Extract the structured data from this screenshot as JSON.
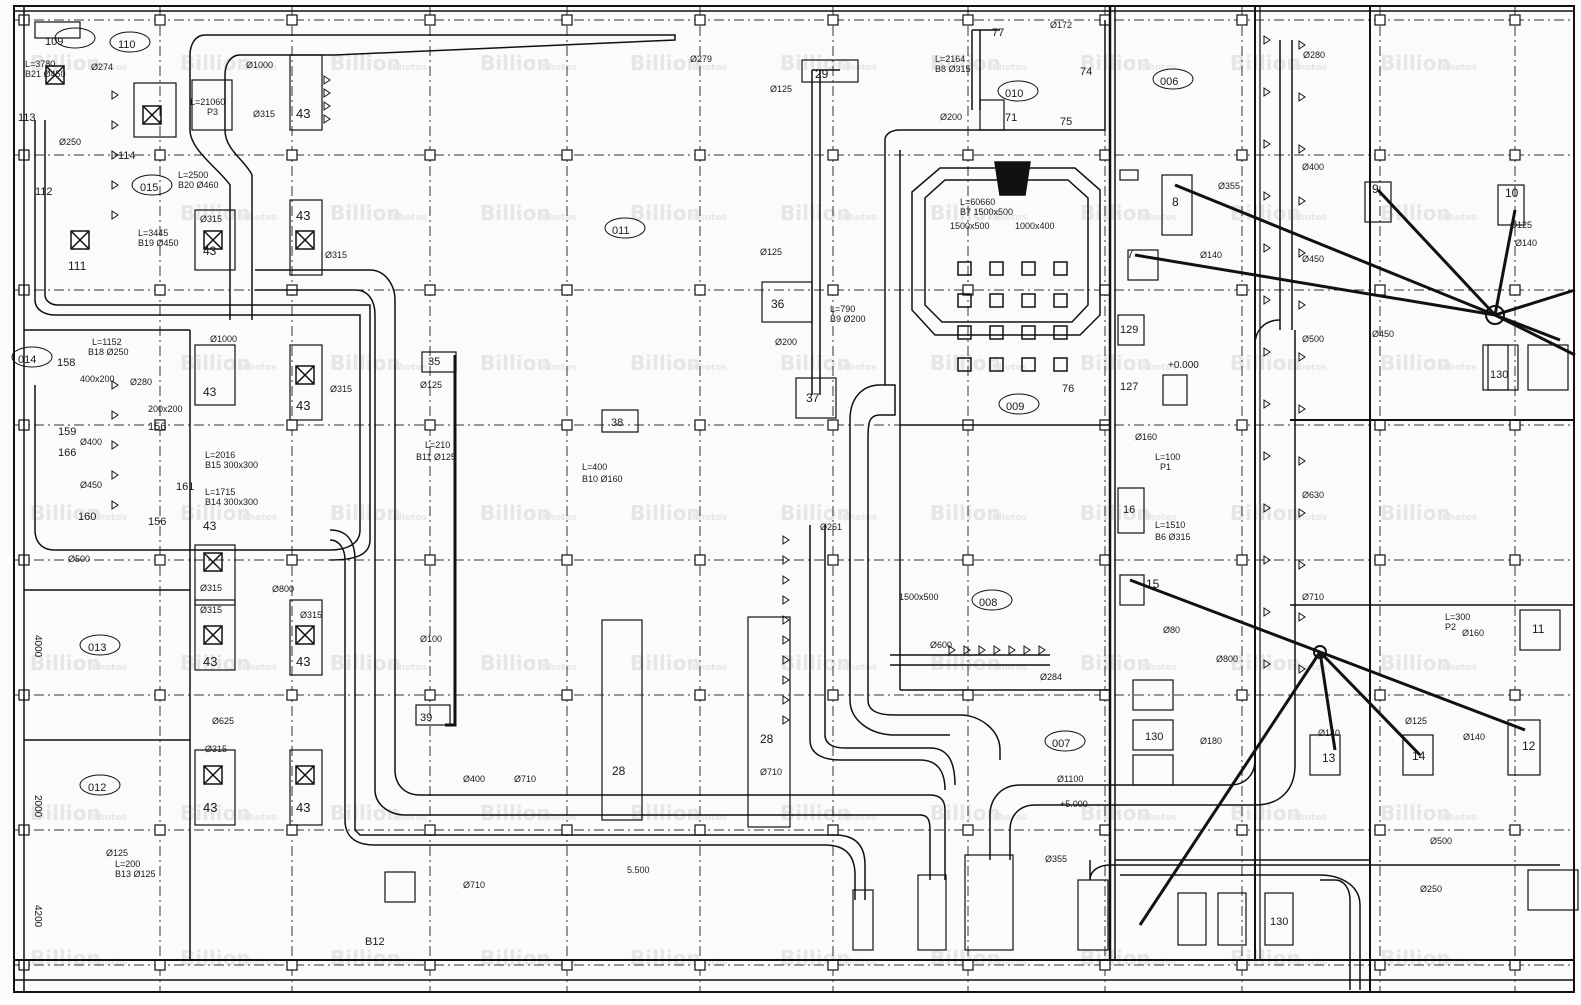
{
  "watermark": {
    "brand": "Billion",
    "suffix": "Photos"
  },
  "rooms": [
    {
      "id": "room-109",
      "text": "109"
    },
    {
      "id": "room-110",
      "text": "110"
    },
    {
      "id": "room-011",
      "text": "011"
    },
    {
      "id": "room-010",
      "text": "010"
    },
    {
      "id": "room-009",
      "text": "009"
    },
    {
      "id": "room-008",
      "text": "008"
    },
    {
      "id": "room-007",
      "text": "007"
    },
    {
      "id": "room-006",
      "text": "006"
    },
    {
      "id": "room-014",
      "text": "014"
    },
    {
      "id": "room-015",
      "text": "015"
    },
    {
      "id": "room-013",
      "text": "013"
    },
    {
      "id": "room-012",
      "text": "012"
    }
  ],
  "units": [
    {
      "id": "u43a",
      "text": "43"
    },
    {
      "id": "u43b",
      "text": "43"
    },
    {
      "id": "u43c",
      "text": "43"
    },
    {
      "id": "u43d",
      "text": "43"
    },
    {
      "id": "u43e",
      "text": "43"
    },
    {
      "id": "u43f",
      "text": "43"
    },
    {
      "id": "u43g",
      "text": "43"
    },
    {
      "id": "u43h",
      "text": "43"
    },
    {
      "id": "u43i",
      "text": "43"
    },
    {
      "id": "u43j",
      "text": "43"
    },
    {
      "id": "u29",
      "text": "29"
    },
    {
      "id": "u36",
      "text": "36"
    },
    {
      "id": "u35",
      "text": "35"
    },
    {
      "id": "u37",
      "text": "37"
    },
    {
      "id": "u38",
      "text": "38"
    },
    {
      "id": "u39",
      "text": "39"
    },
    {
      "id": "u28a",
      "text": "28"
    },
    {
      "id": "u28b",
      "text": "28"
    },
    {
      "id": "u71",
      "text": "71"
    },
    {
      "id": "u74",
      "text": "74"
    },
    {
      "id": "u75",
      "text": "75"
    },
    {
      "id": "u76",
      "text": "76"
    },
    {
      "id": "u77",
      "text": "77"
    },
    {
      "id": "u7",
      "text": "7"
    },
    {
      "id": "u8",
      "text": "8"
    },
    {
      "id": "u9",
      "text": "9"
    },
    {
      "id": "u10",
      "text": "10"
    },
    {
      "id": "u11",
      "text": "11"
    },
    {
      "id": "u12",
      "text": "12"
    },
    {
      "id": "u13",
      "text": "13"
    },
    {
      "id": "u14",
      "text": "14"
    },
    {
      "id": "u15",
      "text": "15"
    },
    {
      "id": "u16",
      "text": "16"
    },
    {
      "id": "u111",
      "text": "111"
    },
    {
      "id": "u112",
      "text": "112"
    },
    {
      "id": "u113",
      "text": "113"
    },
    {
      "id": "u114",
      "text": "114"
    },
    {
      "id": "u127",
      "text": "127"
    },
    {
      "id": "u129",
      "text": "129"
    },
    {
      "id": "u130a",
      "text": "130"
    },
    {
      "id": "u130b",
      "text": "130"
    },
    {
      "id": "u130c",
      "text": "130"
    },
    {
      "id": "u156a",
      "text": "156"
    },
    {
      "id": "u156b",
      "text": "156"
    },
    {
      "id": "u158",
      "text": "158"
    },
    {
      "id": "u159",
      "text": "159"
    },
    {
      "id": "u160",
      "text": "160"
    },
    {
      "id": "u161",
      "text": "161"
    },
    {
      "id": "u166",
      "text": "166"
    },
    {
      "id": "b12",
      "text": "B12"
    }
  ],
  "labels": [
    {
      "id": "d279",
      "text": "Ø279"
    },
    {
      "id": "d1000a",
      "text": "Ø1000"
    },
    {
      "id": "d1000b",
      "text": "Ø1000"
    },
    {
      "id": "d315a",
      "text": "Ø315"
    },
    {
      "id": "d315b",
      "text": "Ø315"
    },
    {
      "id": "d315c",
      "text": "Ø315"
    },
    {
      "id": "d315d",
      "text": "Ø315"
    },
    {
      "id": "d315e",
      "text": "Ø315"
    },
    {
      "id": "d315f",
      "text": "Ø315"
    },
    {
      "id": "d315g",
      "text": "Ø315"
    },
    {
      "id": "d315h",
      "text": "Ø315"
    },
    {
      "id": "d250",
      "text": "Ø250"
    },
    {
      "id": "d274",
      "text": "Ø274"
    },
    {
      "id": "d280a",
      "text": "Ø280"
    },
    {
      "id": "d280b",
      "text": "Ø280"
    },
    {
      "id": "d125a",
      "text": "Ø125"
    },
    {
      "id": "d125b",
      "text": "Ø125"
    },
    {
      "id": "d125c",
      "text": "Ø125"
    },
    {
      "id": "d125d",
      "text": "Ø125"
    },
    {
      "id": "d125e",
      "text": "Ø125"
    },
    {
      "id": "d125f",
      "text": "Ø125"
    },
    {
      "id": "d200a",
      "text": "Ø200"
    },
    {
      "id": "d200b",
      "text": "Ø200"
    },
    {
      "id": "d400a",
      "text": "Ø400"
    },
    {
      "id": "d400b",
      "text": "Ø400"
    },
    {
      "id": "d400c",
      "text": "Ø400"
    },
    {
      "id": "d450a",
      "text": "Ø450"
    },
    {
      "id": "d450b",
      "text": "Ø450"
    },
    {
      "id": "d450c",
      "text": "Ø450"
    },
    {
      "id": "d500a",
      "text": "Ø500"
    },
    {
      "id": "d500b",
      "text": "Ø500"
    },
    {
      "id": "d500c",
      "text": "Ø500"
    },
    {
      "id": "d355a",
      "text": "Ø355"
    },
    {
      "id": "d355b",
      "text": "Ø355"
    },
    {
      "id": "d140a",
      "text": "Ø140"
    },
    {
      "id": "d140b",
      "text": "Ø140"
    },
    {
      "id": "d140c",
      "text": "Ø140"
    },
    {
      "id": "d140d",
      "text": "Ø140"
    },
    {
      "id": "d160a",
      "text": "Ø160"
    },
    {
      "id": "d160b",
      "text": "Ø160"
    },
    {
      "id": "d630",
      "text": "Ø630"
    },
    {
      "id": "d710a",
      "text": "Ø710"
    },
    {
      "id": "d710b",
      "text": "Ø710"
    },
    {
      "id": "d710c",
      "text": "Ø710"
    },
    {
      "id": "d710d",
      "text": "Ø710"
    },
    {
      "id": "d800a",
      "text": "Ø800"
    },
    {
      "id": "d800b",
      "text": "Ø800"
    },
    {
      "id": "d100",
      "text": "Ø100"
    },
    {
      "id": "d80",
      "text": "Ø80"
    },
    {
      "id": "d180",
      "text": "Ø180"
    },
    {
      "id": "d625",
      "text": "Ø625"
    },
    {
      "id": "d600",
      "text": "Ø600"
    },
    {
      "id": "d1100",
      "text": "Ø1100"
    },
    {
      "id": "d172",
      "text": "Ø172"
    },
    {
      "id": "d284",
      "text": "Ø284"
    },
    {
      "id": "d251",
      "text": "Ø251"
    },
    {
      "id": "d250b",
      "text": "Ø250"
    },
    {
      "id": "r1500x500a",
      "text": "1500x500"
    },
    {
      "id": "r1500x500b",
      "text": "1500x500"
    },
    {
      "id": "r1000x400",
      "text": "1000x400"
    },
    {
      "id": "r400x200",
      "text": "400x200"
    },
    {
      "id": "r200x200",
      "text": "200x200"
    },
    {
      "id": "e0",
      "text": "+0.000"
    },
    {
      "id": "e500a",
      "text": "+5.000"
    },
    {
      "id": "e500b",
      "text": "5.500"
    },
    {
      "id": "b21",
      "text": "B21 Ø450"
    },
    {
      "id": "b21l",
      "text": "L=3780"
    },
    {
      "id": "b20",
      "text": "B20 Ø460"
    },
    {
      "id": "b20l",
      "text": "L=2500"
    },
    {
      "id": "b19",
      "text": "B19 Ø450"
    },
    {
      "id": "b19l",
      "text": "L=3445"
    },
    {
      "id": "b18",
      "text": "B18 Ø250"
    },
    {
      "id": "b18l",
      "text": "L=1152"
    },
    {
      "id": "b15",
      "text": "B15 300x300"
    },
    {
      "id": "b15l",
      "text": "L=2016"
    },
    {
      "id": "b14",
      "text": "B14 300x300"
    },
    {
      "id": "b14l",
      "text": "L=1715"
    },
    {
      "id": "b13",
      "text": "B13 Ø125"
    },
    {
      "id": "b13l",
      "text": "L=200"
    },
    {
      "id": "b11",
      "text": "B11 Ø125"
    },
    {
      "id": "b11l",
      "text": "L=210"
    },
    {
      "id": "b10",
      "text": "B10 Ø160"
    },
    {
      "id": "b10l",
      "text": "L=400"
    },
    {
      "id": "b9",
      "text": "B9 Ø200"
    },
    {
      "id": "b9l",
      "text": "L=790"
    },
    {
      "id": "b8",
      "text": "B8 Ø315"
    },
    {
      "id": "b8l",
      "text": "L=2164"
    },
    {
      "id": "b7",
      "text": "B7 1500x500"
    },
    {
      "id": "b7l",
      "text": "L=60660"
    },
    {
      "id": "b6",
      "text": "B6 Ø315"
    },
    {
      "id": "b6l",
      "text": "L=1510"
    },
    {
      "id": "p1",
      "text": "P1"
    },
    {
      "id": "p1l",
      "text": "L=100"
    },
    {
      "id": "p2",
      "text": "P2"
    },
    {
      "id": "p2l",
      "text": "L=300"
    },
    {
      "id": "p3",
      "text": "P3"
    },
    {
      "id": "p3l",
      "text": "L=21060"
    },
    {
      "id": "dim4000",
      "text": "4000"
    },
    {
      "id": "dim2000",
      "text": "2000"
    },
    {
      "id": "dim4200",
      "text": "4200"
    }
  ]
}
